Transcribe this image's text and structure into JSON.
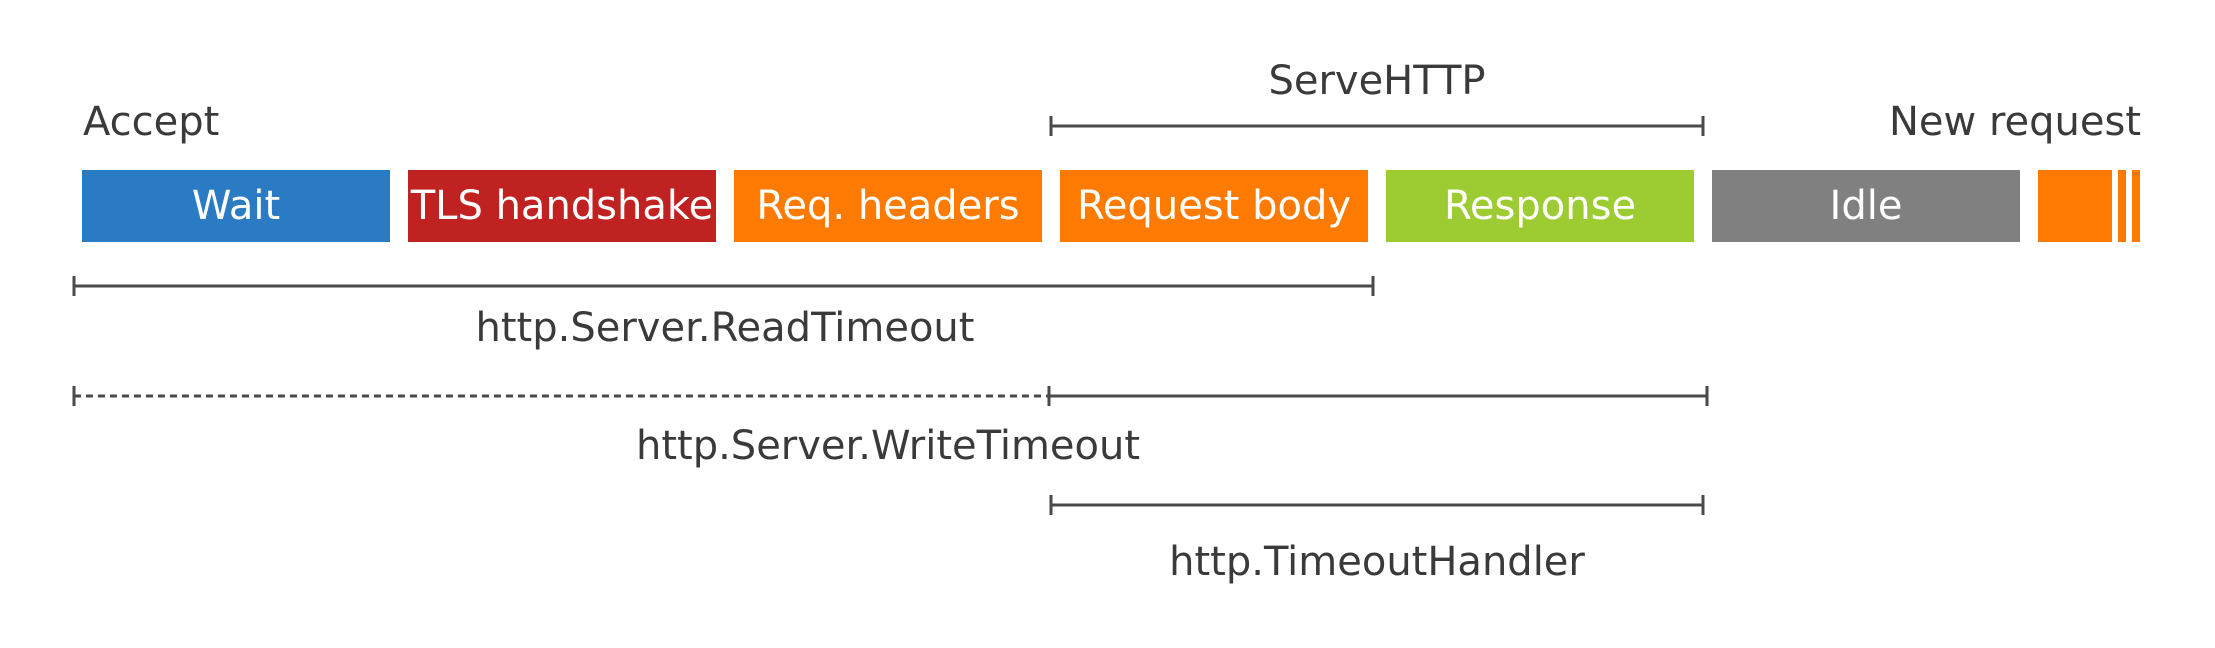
{
  "labels": {
    "accept": "Accept",
    "new_request": "New request",
    "serve_http": "ServeHTTP",
    "read_timeout": "http.Server.ReadTimeout",
    "write_timeout": "http.Server.WriteTimeout",
    "timeout_handler": "http.TimeoutHandler"
  },
  "phases": [
    {
      "label": "Wait",
      "color": "#2b7bc4"
    },
    {
      "label": "TLS handshake",
      "color": "#c02222"
    },
    {
      "label": "Req. headers",
      "color": "#ff7a00"
    },
    {
      "label": "Request body",
      "color": "#ff7a00"
    },
    {
      "label": "Response",
      "color": "#9ccc32"
    },
    {
      "label": "Idle",
      "color": "#808080"
    }
  ],
  "next_block_color": "#ff7a00"
}
